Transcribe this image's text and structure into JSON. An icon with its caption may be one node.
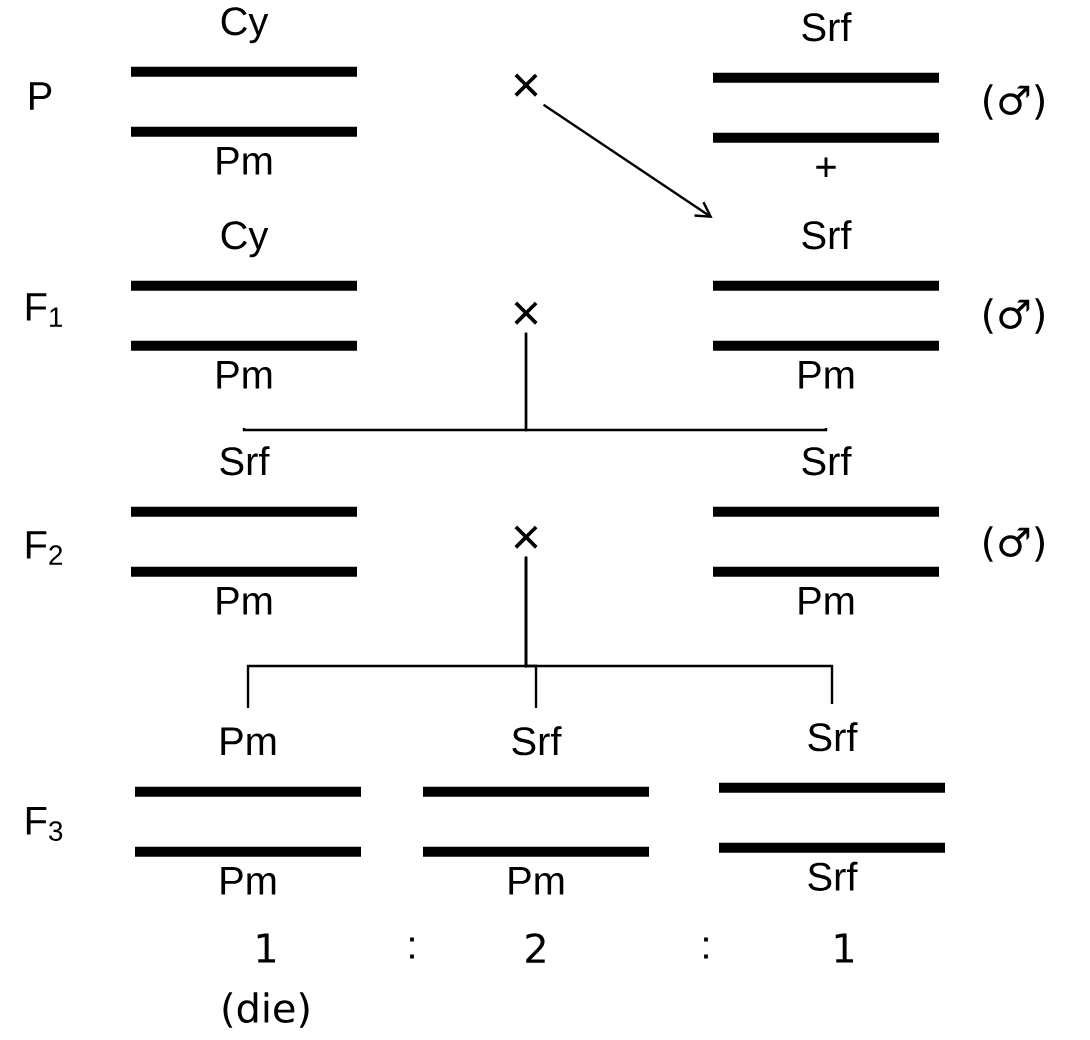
{
  "diagram": {
    "nodes": [
      {
        "text": [
          "Cy",
          "Pm"
        ]
      },
      {
        "text": [
          "×"
        ]
      },
      {
        "text": [
          "Srf",
          "+"
        ],
        "beside": [
          "(♂)"
        ]
      },
      {
        "text": [
          "Cy",
          "Pm"
        ]
      },
      {
        "text": [
          "×"
        ]
      },
      {
        "text": [
          "Srf",
          "Pm"
        ],
        "beside": [
          "(♂)"
        ]
      },
      {
        "text": [
          "Srf",
          "Pm"
        ]
      },
      {
        "text": [
          "×"
        ]
      },
      {
        "text": [
          "Srf",
          "Pm"
        ],
        "beside": [
          "(♂)"
        ]
      },
      {
        "text": [
          "Pm",
          "Pm"
        ],
        "beside": [
          "1",
          "(die)"
        ]
      },
      {
        "text": [
          "Srf",
          "Pm"
        ],
        "beside": [
          "2"
        ]
      },
      {
        "text": [
          "Srf",
          "Srf"
        ],
        "beside": [
          "1"
        ]
      }
    ],
    "edges": [
      {
        "from": 1,
        "to": 5,
        "arrow": "to"
      },
      {
        "from": 4,
        "to": 6,
        "arrow": "none"
      },
      {
        "from": 4,
        "to": 8,
        "arrow": "none"
      },
      {
        "from": 7,
        "to": 9,
        "arrow": "none"
      },
      {
        "from": 7,
        "to": 10,
        "arrow": "none"
      },
      {
        "from": 7,
        "to": 11,
        "arrow": "none"
      }
    ],
    "labels": [
      "P",
      "F$_{1}$",
      "F$_{2}$",
      "F$_{3}$",
      ":",
      ":"
    ]
  }
}
